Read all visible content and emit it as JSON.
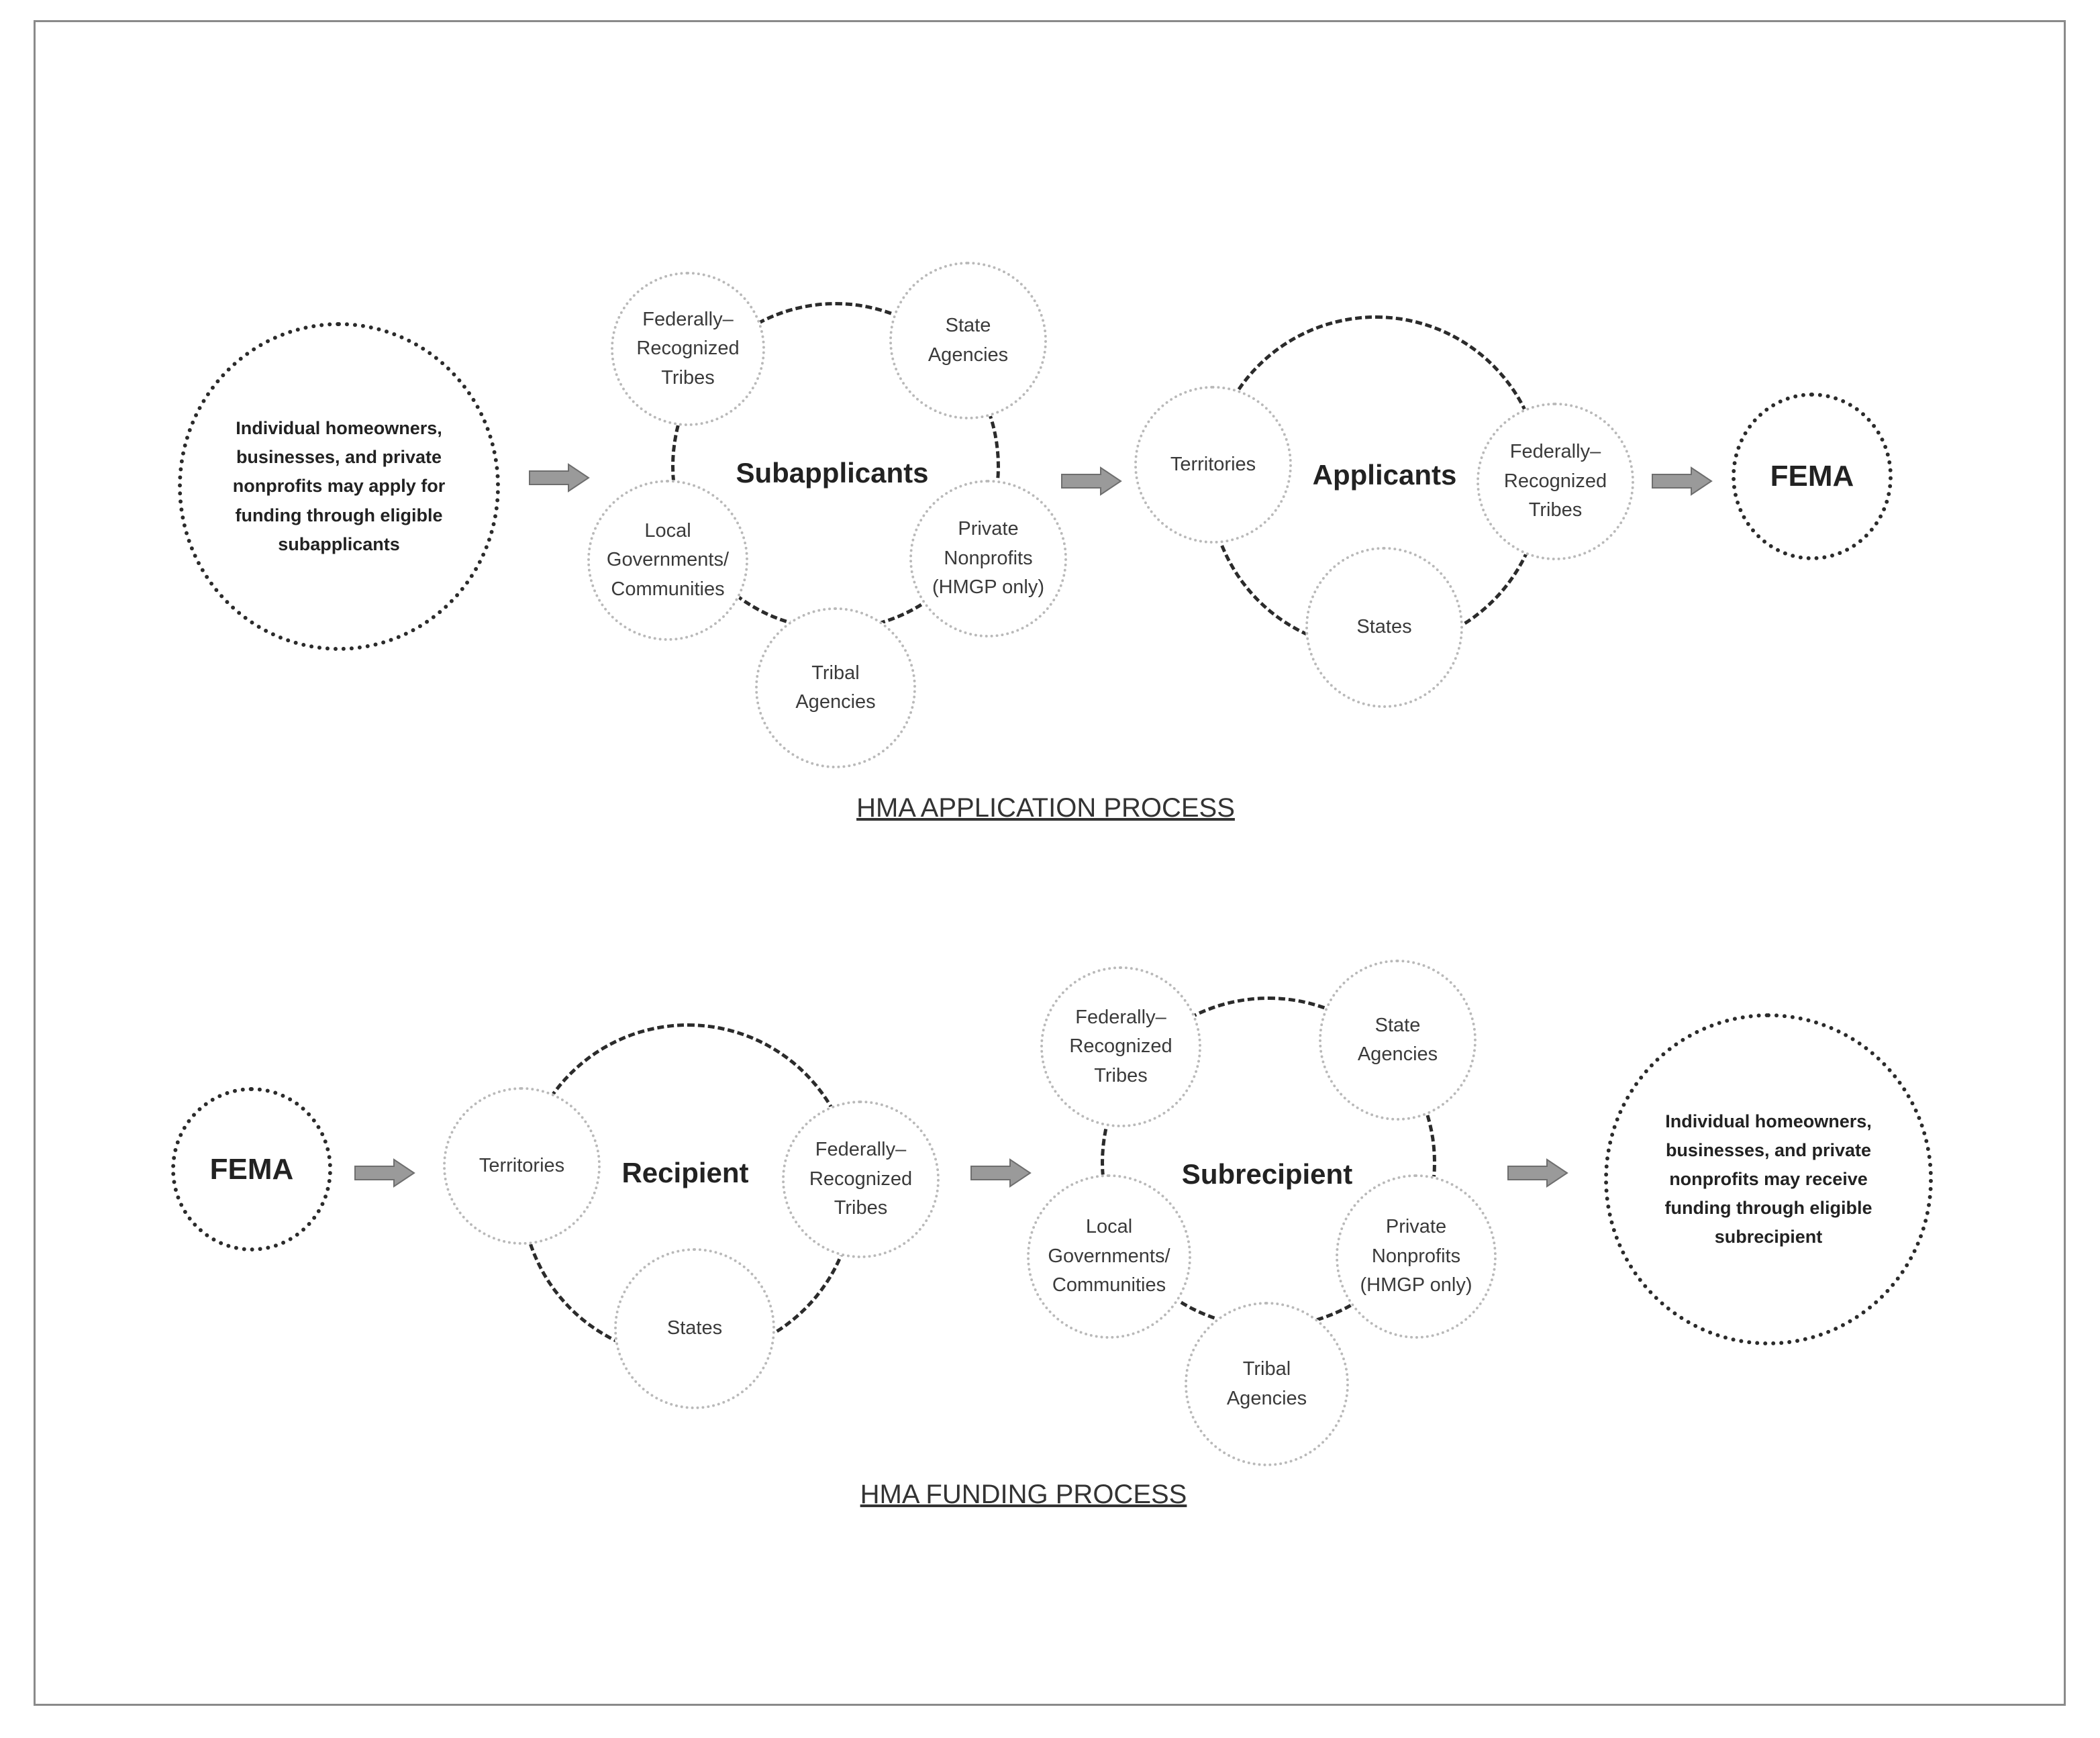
{
  "application": {
    "origin_text": "Individual homeowners, businesses, and private nonprofits may apply for funding through eligible subapplicants",
    "subapplicants": {
      "title": "Subapplicants",
      "members": {
        "tribes": "Federally–\nRecognized\nTribes",
        "state_agencies": "State\nAgencies",
        "local": "Local\nGovernments/\nCommunities",
        "private": "Private\nNonprofits\n(HMGP only)",
        "tribal_agencies": "Tribal\nAgencies"
      }
    },
    "applicants": {
      "title": "Applicants",
      "members": {
        "territories": "Territories",
        "tribes": "Federally–\nRecognized\nTribes",
        "states": "States"
      }
    },
    "fema": "FEMA",
    "caption": "HMA APPLICATION PROCESS"
  },
  "funding": {
    "fema": "FEMA",
    "recipient": {
      "title": "Recipient",
      "members": {
        "territories": "Territories",
        "tribes": "Federally–\nRecognized\nTribes",
        "states": "States"
      }
    },
    "subrecipient": {
      "title": "Subrecipient",
      "members": {
        "tribes": "Federally–\nRecognized\nTribes",
        "state_agencies": "State\nAgencies",
        "local": "Local\nGovernments/\nCommunities",
        "private": "Private\nNonprofits\n(HMGP only)",
        "tribal_agencies": "Tribal\nAgencies"
      }
    },
    "destination_text": "Individual homeowners, businesses, and private nonprofits may receive funding through eligible subrecipient",
    "caption": "HMA FUNDING PROCESS"
  },
  "colors": {
    "dark_border": "#2b2b2b",
    "light_border": "#b9b9b9",
    "arrow_fill": "#9a9a9a",
    "arrow_stroke": "#6e6e6e"
  }
}
